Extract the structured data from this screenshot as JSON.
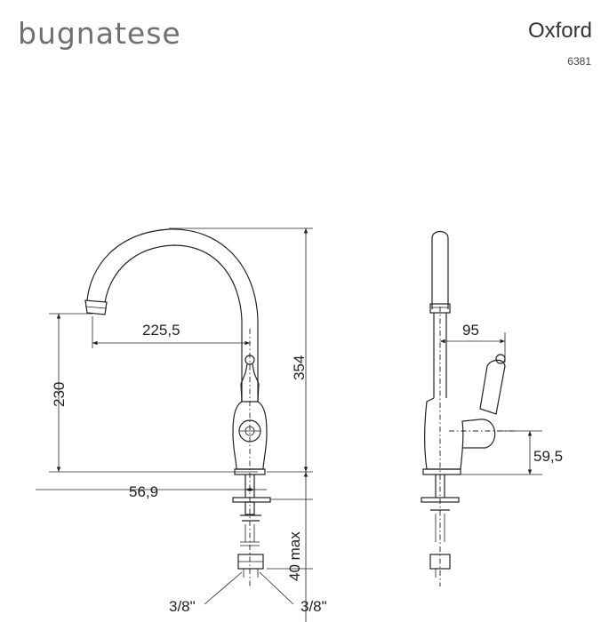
{
  "header": {
    "brand": "bugnatese",
    "model": "Oxford",
    "code": "6381"
  },
  "dimensions": {
    "spout_reach": "225,5",
    "spout_height": "230",
    "total_height": "354",
    "base_offset": "56,9",
    "deck_thickness": "40 max",
    "side_reach": "95",
    "side_handle_height": "59,5",
    "connector_left": "3/8\"",
    "connector_right": "3/8\""
  },
  "colors": {
    "brand": "#707070",
    "line": "#222222"
  }
}
